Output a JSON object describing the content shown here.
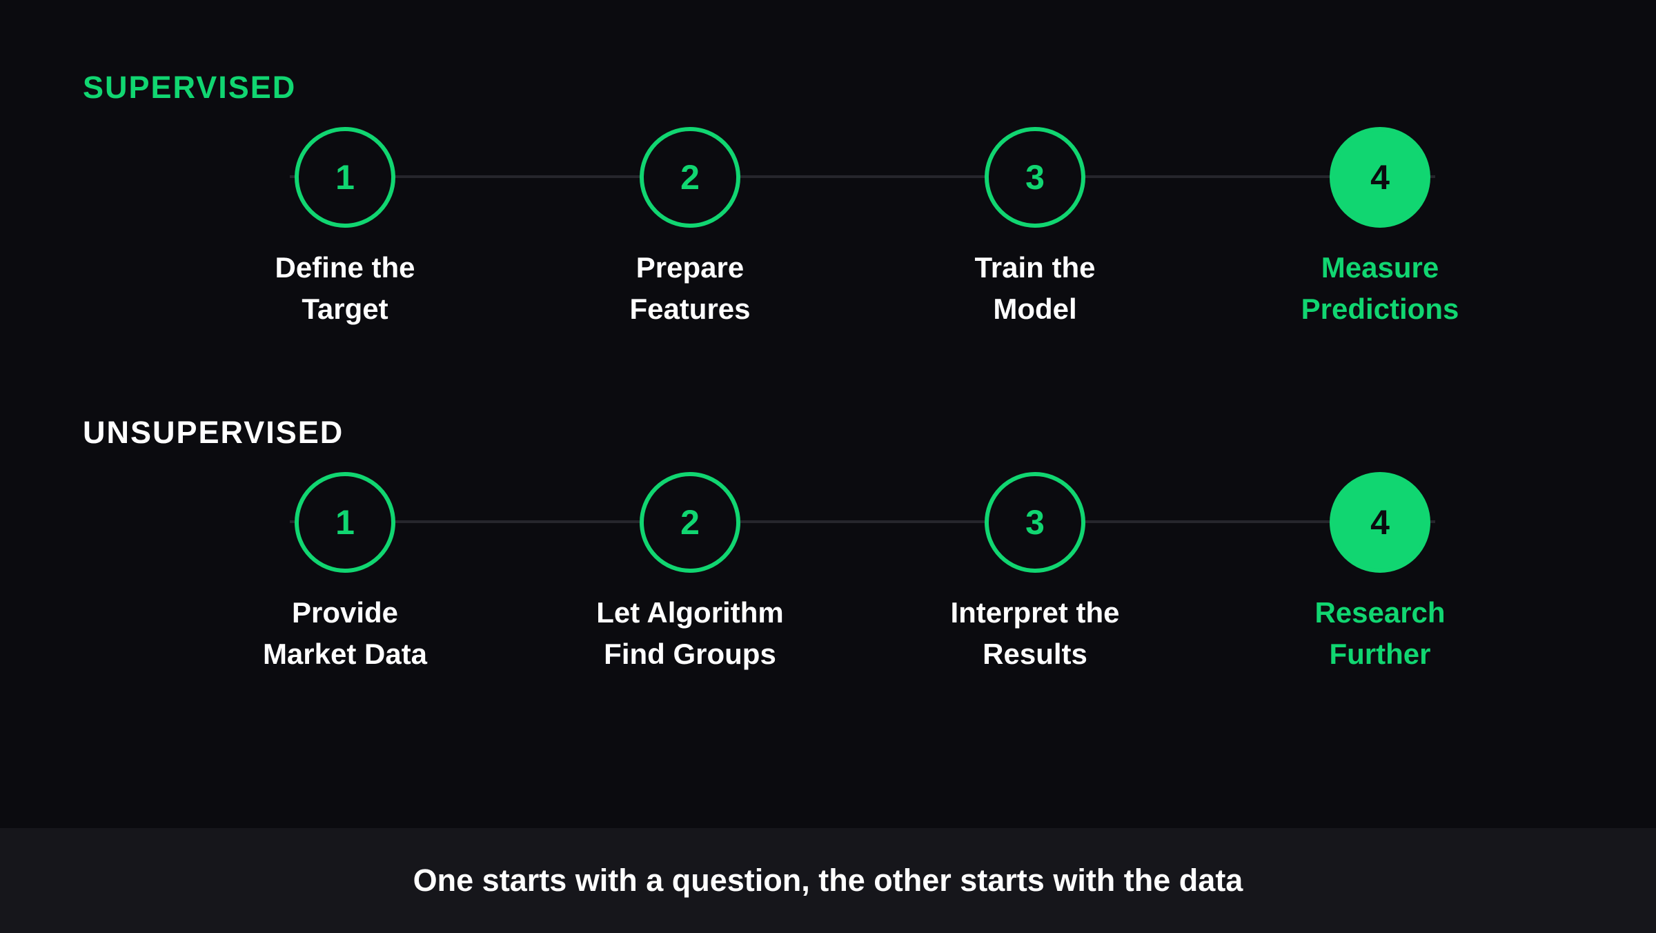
{
  "colors": {
    "background": "#0b0b0f",
    "accent": "#11d671",
    "text": "#ffffff",
    "track": "#26262c",
    "footer_bg": "#16161b"
  },
  "supervised": {
    "title": "SUPERVISED",
    "steps": [
      {
        "number": "1",
        "line1": "Define the",
        "line2": "Target"
      },
      {
        "number": "2",
        "line1": "Prepare",
        "line2": "Features"
      },
      {
        "number": "3",
        "line1": "Train the",
        "line2": "Model"
      },
      {
        "number": "4",
        "line1": "Measure",
        "line2": "Predictions"
      }
    ]
  },
  "unsupervised": {
    "title": "UNSUPERVISED",
    "steps": [
      {
        "number": "1",
        "line1": "Provide",
        "line2": "Market Data"
      },
      {
        "number": "2",
        "line1": "Let Algorithm",
        "line2": "Find Groups"
      },
      {
        "number": "3",
        "line1": "Interpret the",
        "line2": "Results"
      },
      {
        "number": "4",
        "line1": "Research",
        "line2": "Further"
      }
    ]
  },
  "footer": {
    "text": "One starts with a question, the other starts with the data"
  }
}
